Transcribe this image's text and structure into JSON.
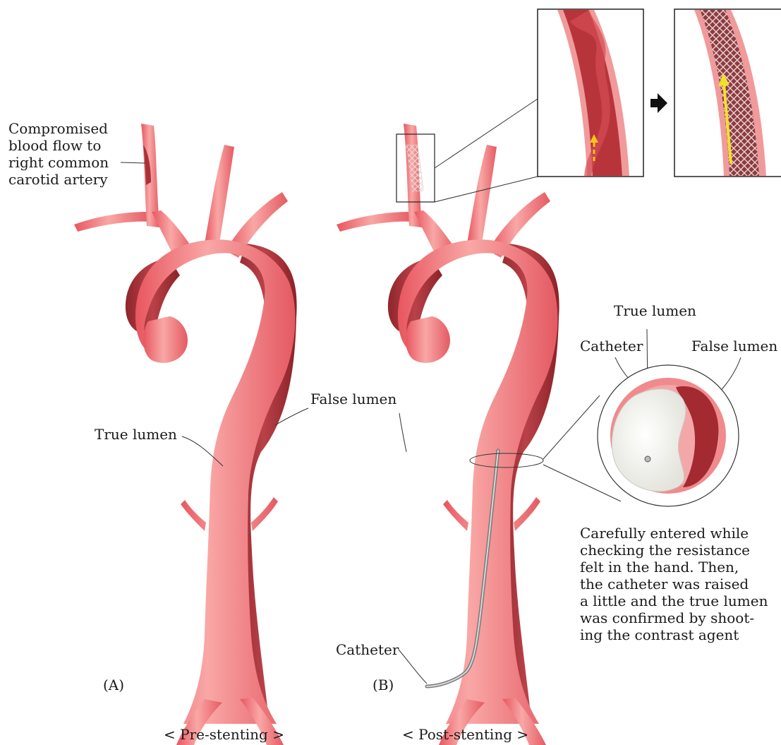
{
  "colors": {
    "artery": "#ee6c73",
    "artery_highlight": "#fbb7b5",
    "false_lumen": "#ad363d",
    "false_lumen_dark": "#8a2228",
    "lumen_white": "#f4f4f0",
    "stent_mesh": "#d9c8c8",
    "contrast_arrow": "#f2e02a",
    "flow_arrow": "#f5c518"
  },
  "labels": {
    "compromised": [
      "Compromised",
      "blood flow to",
      "right common",
      "carotid artery"
    ],
    "true_lumen_a": "True lumen",
    "false_lumen_a": "False lumen",
    "panel_a": "(A)",
    "panel_b": "(B)",
    "pre": "< Pre-stenting >",
    "post": "< Post-stenting >",
    "true_lumen_xs": "True lumen",
    "catheter_xs": "Catheter",
    "false_lumen_xs": "False lumen",
    "catheter_b": "Catheter",
    "note": [
      "Carefully entered while",
      "checking the resistance",
      "felt in the hand. Then,",
      "the catheter was raised",
      "a little and the true lumen",
      "was confirmed by shoot-",
      "ing the contrast agent"
    ]
  }
}
